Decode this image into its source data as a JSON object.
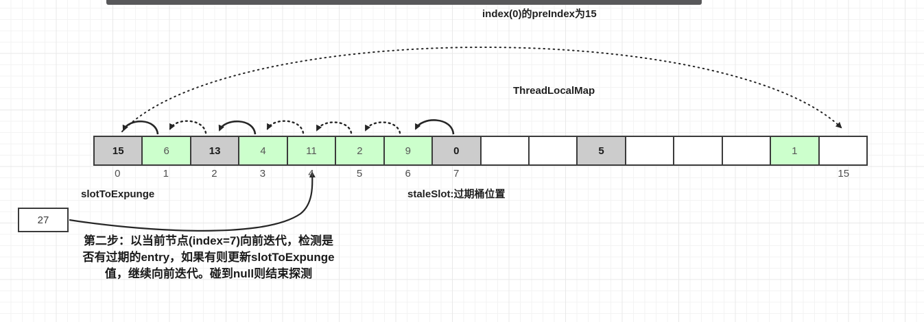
{
  "labels": {
    "pre_index": "index(0)的preIndex为15",
    "thread_local_map": "ThreadLocalMap",
    "slot_to_expunge": "slotToExpunge",
    "stale_slot": "staleSlot:过期桶位置"
  },
  "note_box": {
    "value": "27"
  },
  "caption": {
    "text": "第二步：以当前节点(index=7)向前迭代，检测是否有过期的entry，如果有则更新slotToExpunge值，继续向前迭代。碰到null则结束探测"
  },
  "array": {
    "cells": [
      {
        "index": "0",
        "value": "15",
        "state": "stale"
      },
      {
        "index": "1",
        "value": "6",
        "state": "live"
      },
      {
        "index": "2",
        "value": "13",
        "state": "stale"
      },
      {
        "index": "3",
        "value": "4",
        "state": "live"
      },
      {
        "index": "4",
        "value": "11",
        "state": "live"
      },
      {
        "index": "5",
        "value": "2",
        "state": "live"
      },
      {
        "index": "6",
        "value": "9",
        "state": "live"
      },
      {
        "index": "7",
        "value": "0",
        "state": "stale"
      },
      {
        "index": "8",
        "value": "",
        "state": "empty"
      },
      {
        "index": "9",
        "value": "",
        "state": "empty"
      },
      {
        "index": "10",
        "value": "5",
        "state": "stale"
      },
      {
        "index": "11",
        "value": "",
        "state": "empty"
      },
      {
        "index": "12",
        "value": "",
        "state": "empty"
      },
      {
        "index": "13",
        "value": "",
        "state": "empty"
      },
      {
        "index": "14",
        "value": "1",
        "state": "live"
      },
      {
        "index": "15",
        "value": "",
        "state": "empty"
      }
    ],
    "visible_index_labels": [
      {
        "label": "0",
        "slot": 0
      },
      {
        "label": "1",
        "slot": 1
      },
      {
        "label": "2",
        "slot": 2
      },
      {
        "label": "3",
        "slot": 3
      },
      {
        "label": "4",
        "slot": 4
      },
      {
        "label": "5",
        "slot": 5
      },
      {
        "label": "6",
        "slot": 6
      },
      {
        "label": "7",
        "slot": 7
      },
      {
        "label": "15",
        "slot": 15
      }
    ]
  },
  "colors": {
    "stale_cell": "#cccccc",
    "live_cell": "#ccffcc",
    "empty_cell": "#ffffff",
    "border": "#3a3a3a",
    "top_bar": "#58585a",
    "grid_line": "#e8e8e8"
  }
}
